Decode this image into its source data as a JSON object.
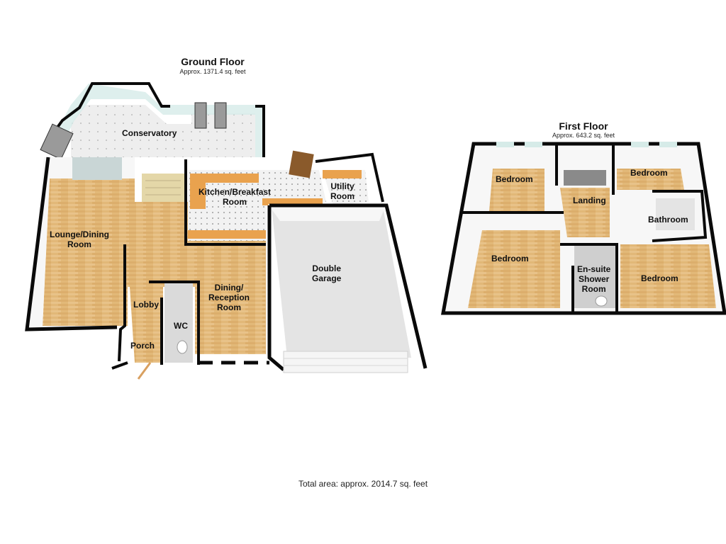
{
  "ground_floor": {
    "title": "Ground Floor",
    "area": "Approx. 1371.4 sq. feet",
    "rooms": {
      "conservatory": "Conservatory",
      "kitchen_line1": "Kitchen/Breakfast",
      "kitchen_line2": "Room",
      "utility_line1": "Utility",
      "utility_line2": "Room",
      "lounge_line1": "Lounge/Dining",
      "lounge_line2": "Room",
      "dining_line1": "Dining/",
      "dining_line2": "Reception",
      "dining_line3": "Room",
      "garage_line1": "Double",
      "garage_line2": "Garage",
      "lobby": "Lobby",
      "wc": "WC",
      "porch": "Porch"
    }
  },
  "first_floor": {
    "title": "First Floor",
    "area": "Approx. 643.2 sq. feet",
    "rooms": {
      "bedroom_top_left": "Bedroom",
      "bedroom_top_right": "Bedroom",
      "landing": "Landing",
      "bathroom": "Bathroom",
      "bedroom_bottom_left": "Bedroom",
      "ensuite_line1": "En-suite",
      "ensuite_line2": "Shower",
      "ensuite_line3": "Room",
      "bedroom_bottom_right": "Bedroom"
    }
  },
  "total_area": "Total area: approx. 2014.7 sq. feet",
  "colors": {
    "wall": "#0a0a0a",
    "wood_floor": "#e2b878",
    "tile_floor": "#ececec",
    "garage_floor": "#e4e4e4",
    "worktop": "#e9a24e",
    "glass": "#d6ebe8",
    "wall_face": "#f7f7f7"
  }
}
